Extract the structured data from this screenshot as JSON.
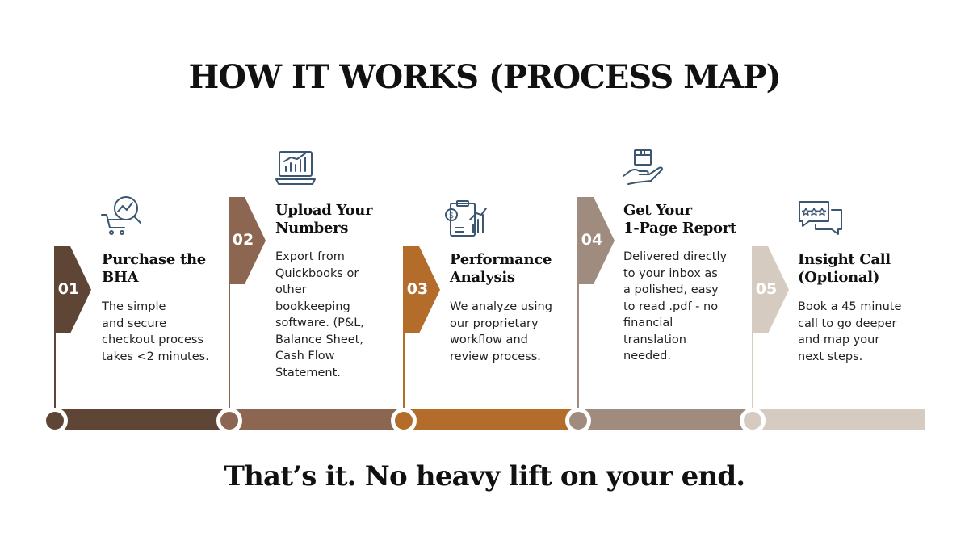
{
  "title": "HOW IT WORKS (PROCESS MAP)",
  "tagline": "That’s it. No heavy lift on your end.",
  "colors": {
    "step1": "#5e4535",
    "step2": "#8c6650",
    "step3": "#b46c2a",
    "step4": "#9f8c7e",
    "step5": "#d5cbc0",
    "icon": "#3a5670"
  },
  "steps": [
    {
      "number": "01",
      "heading_line1": "Purchase the",
      "heading_line2": "BHA",
      "desc": [
        "The simple",
        "and secure",
        "checkout process",
        "takes <2 minutes."
      ],
      "icon": "magnifier-chart-cart-icon"
    },
    {
      "number": "02",
      "heading_line1": "Upload Your",
      "heading_line2": "Numbers",
      "desc": [
        "Export from",
        "Quickbooks or",
        "other",
        "bookkeeping",
        "software. (P&L,",
        "Balance Sheet,",
        "Cash Flow",
        "Statement."
      ],
      "icon": "laptop-chart-icon"
    },
    {
      "number": "03",
      "heading_line1": "Performance",
      "heading_line2": "Analysis",
      "desc": [
        "We analyze using",
        "our proprietary",
        "workflow and",
        "review process."
      ],
      "icon": "clipboard-chart-icon"
    },
    {
      "number": "04",
      "heading_line1": "Get Your",
      "heading_line2": "1-Page Report",
      "desc": [
        "Delivered directly",
        "to your inbox as",
        "a polished, easy",
        "to read .pdf - no",
        "financial",
        "translation",
        "needed."
      ],
      "icon": "hand-package-icon"
    },
    {
      "number": "05",
      "heading_line1": "Insight Call",
      "heading_line2": "(Optional)",
      "desc": [
        "Book a 45 minute",
        "call to go deeper",
        "and map your",
        "next steps."
      ],
      "icon": "chat-rating-icon"
    }
  ]
}
